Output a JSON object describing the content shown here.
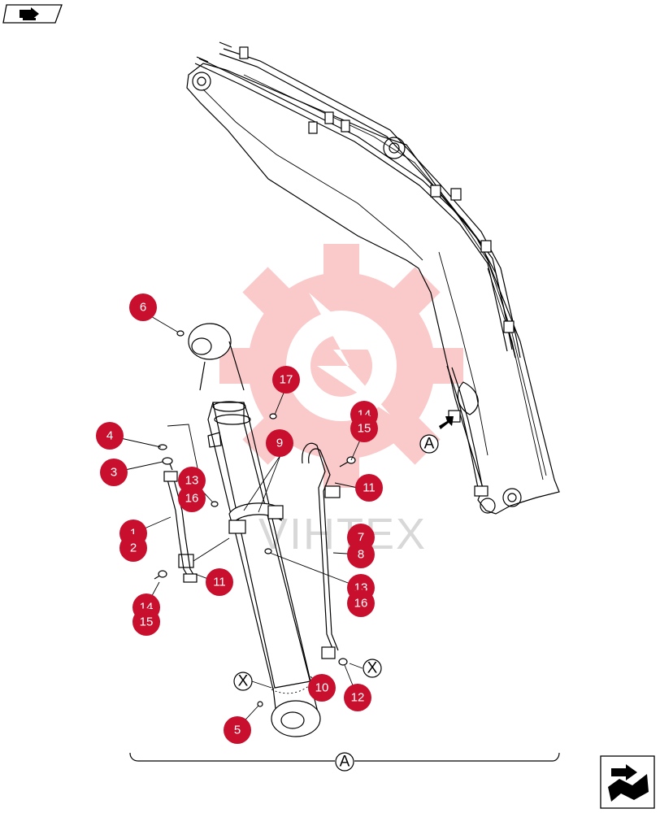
{
  "diagram": {
    "watermark_text": "VIHTEX",
    "view_reference": "A",
    "detail_reference": "X",
    "colors": {
      "callout": "#c8102e",
      "watermark": "#f25b5b",
      "line": "#000000"
    },
    "icons": {
      "top_left": "page-back-icon",
      "bottom_right": "page-next-icon"
    },
    "callouts": [
      {
        "id": "c6a",
        "label": "6"
      },
      {
        "id": "c17",
        "label": "17"
      },
      {
        "id": "c14a",
        "label": "14"
      },
      {
        "id": "c15a",
        "label": "15"
      },
      {
        "id": "c9",
        "label": "9"
      },
      {
        "id": "c4",
        "label": "4"
      },
      {
        "id": "c3",
        "label": "3"
      },
      {
        "id": "c13a",
        "label": "13"
      },
      {
        "id": "c16a",
        "label": "16"
      },
      {
        "id": "c11a",
        "label": "11"
      },
      {
        "id": "c1",
        "label": "1"
      },
      {
        "id": "c2",
        "label": "2"
      },
      {
        "id": "c7",
        "label": "7"
      },
      {
        "id": "c8",
        "label": "8"
      },
      {
        "id": "c11b",
        "label": "11"
      },
      {
        "id": "c13b",
        "label": "13"
      },
      {
        "id": "c16b",
        "label": "16"
      },
      {
        "id": "c14b",
        "label": "14"
      },
      {
        "id": "c15b",
        "label": "15"
      },
      {
        "id": "c10",
        "label": "10"
      },
      {
        "id": "c12",
        "label": "12"
      },
      {
        "id": "c5",
        "label": "5"
      }
    ]
  }
}
